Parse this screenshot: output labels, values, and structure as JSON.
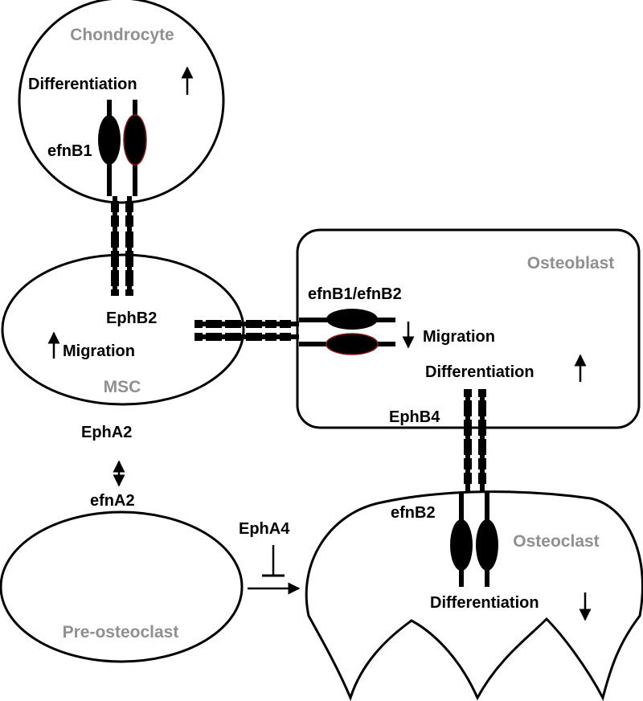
{
  "cells": {
    "chondrocyte": "Chondrocyte",
    "msc": "MSC",
    "osteoblast": "Osteoblast",
    "osteoclast": "Osteoclast",
    "pre_osteoclast": "Pre-osteoclast"
  },
  "molecules": {
    "efnB1": "efnB1",
    "ephB2": "EphB2",
    "efnB1_efnB2": "efnB1/efnB2",
    "ephB4": "EphB4",
    "efnB2": "efnB2",
    "ephA2": "EphA2",
    "efnA2": "efnA2",
    "ephA4": "EphA4"
  },
  "effects": {
    "chondrocyte_effect": "Differentiation",
    "msc_effect": "Migration",
    "osteoblast_effect_1": "Migration",
    "osteoblast_effect_2": "Differentiation",
    "osteoclast_effect": "Differentiation"
  },
  "colors": {
    "cell_label": "#909090",
    "ink": "#000000",
    "background": "#ffffff",
    "ligand_tint": "#8b1a1a"
  }
}
